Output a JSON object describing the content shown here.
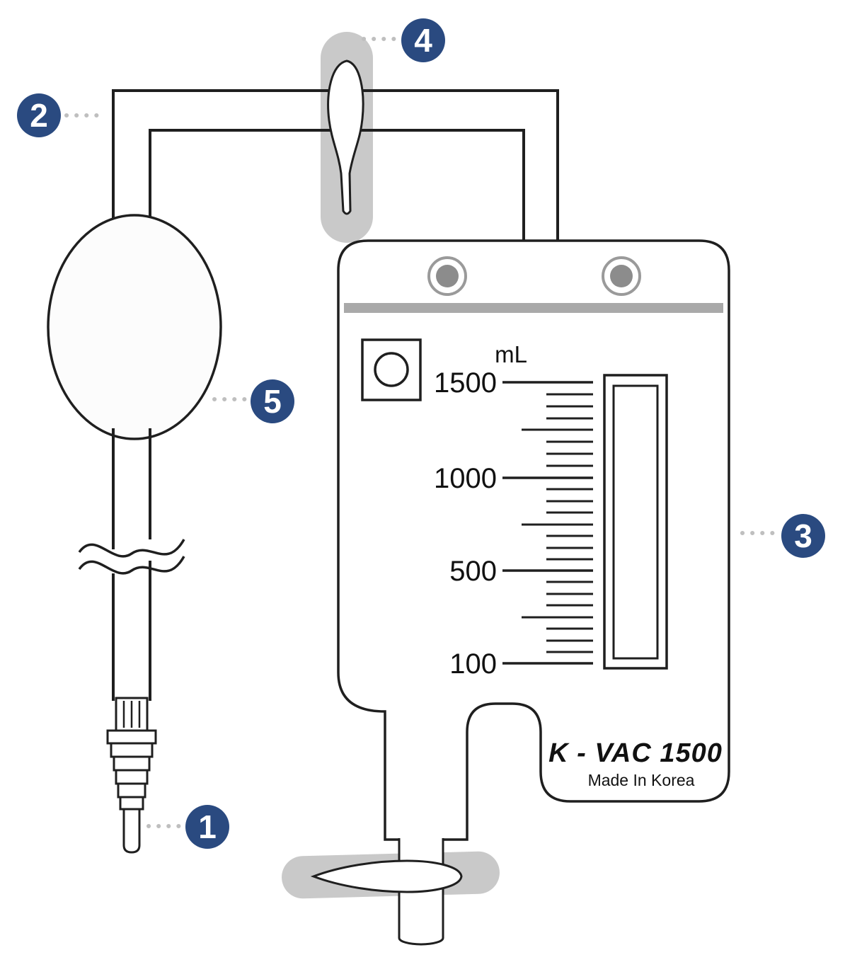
{
  "callouts": [
    {
      "number": "1"
    },
    {
      "number": "2"
    },
    {
      "number": "3"
    },
    {
      "number": "4"
    },
    {
      "number": "5"
    }
  ],
  "bag": {
    "unit_label": "mL",
    "scale_labels": [
      "1500",
      "1000",
      "500",
      "100"
    ],
    "model_label": "K - VAC 1500",
    "origin_label": "Made In Korea"
  },
  "colors": {
    "callout_blue": "#2a4a80",
    "outline": "#1f1f1f",
    "clamp_gray": "#c9c9c9",
    "accent_bar_gray": "#a9a9a9",
    "grommet_gray": "#8c8c8c",
    "dotted_line_gray": "#bfbfbf"
  }
}
